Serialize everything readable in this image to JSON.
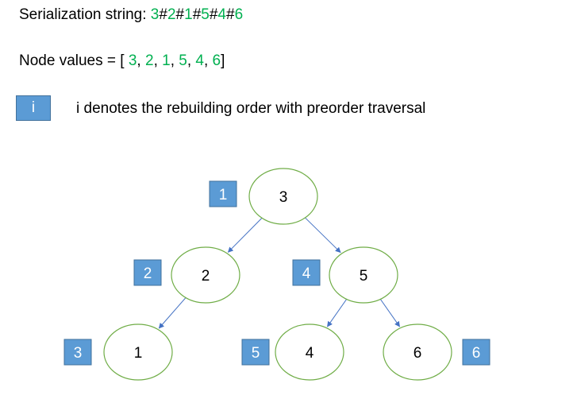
{
  "serialization": {
    "label": "Serialization string: ",
    "tokens": [
      {
        "text": "3",
        "green": true
      },
      {
        "text": "#",
        "green": false
      },
      {
        "text": "2",
        "green": true
      },
      {
        "text": "#",
        "green": false
      },
      {
        "text": "1",
        "green": true
      },
      {
        "text": "#",
        "green": false
      },
      {
        "text": "5",
        "green": true
      },
      {
        "text": "#",
        "green": false
      },
      {
        "text": "4",
        "green": true
      },
      {
        "text": "#",
        "green": false
      },
      {
        "text": "6",
        "green": true
      }
    ]
  },
  "node_values": {
    "label": "Node values = [ ",
    "values": [
      "3",
      "2",
      "1",
      "5",
      "4",
      "6"
    ],
    "separator": ", ",
    "close": "]"
  },
  "legend": {
    "box_label": "i",
    "text": "i denotes the rebuilding order with preorder traversal"
  },
  "tree": {
    "nodes": [
      {
        "id": "n3",
        "value": "3",
        "order": "1"
      },
      {
        "id": "n2",
        "value": "2",
        "order": "2"
      },
      {
        "id": "n1",
        "value": "1",
        "order": "3"
      },
      {
        "id": "n5",
        "value": "5",
        "order": "4"
      },
      {
        "id": "n4",
        "value": "4",
        "order": "5"
      },
      {
        "id": "n6",
        "value": "6",
        "order": "6"
      }
    ],
    "edges": [
      {
        "from": "n3",
        "to": "n2"
      },
      {
        "from": "n3",
        "to": "n5"
      },
      {
        "from": "n2",
        "to": "n1"
      },
      {
        "from": "n5",
        "to": "n4"
      },
      {
        "from": "n5",
        "to": "n6"
      }
    ]
  },
  "colors": {
    "accent_green": "#00b050",
    "node_stroke": "#70ad47",
    "order_box": "#5b9bd5",
    "edge": "#4472c4"
  }
}
